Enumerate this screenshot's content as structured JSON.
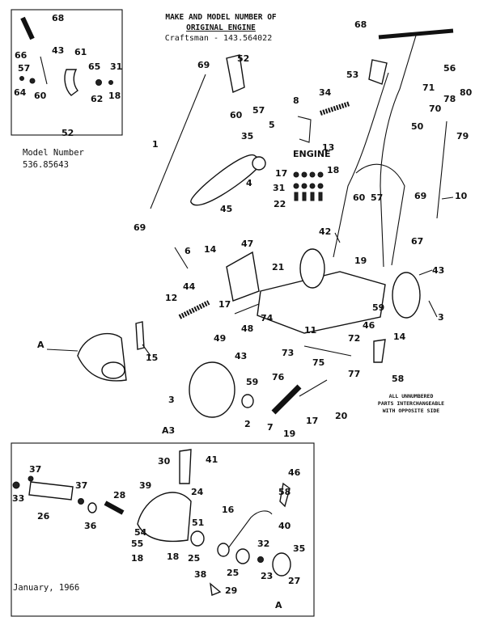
{
  "header": {
    "line1": "MAKE AND MODEL NUMBER OF",
    "line2": "ORIGINAL ENGINE",
    "line3": "Craftsman - 143.564022"
  },
  "model": {
    "label": "Model Number",
    "value": "536.85643"
  },
  "note": {
    "line1": "ALL UNNUMBERED",
    "line2": "PARTS INTERCHANGEABLE",
    "line3": "WITH OPPOSITE SIDE"
  },
  "engine_label": "ENGINE",
  "date": "January, 1966",
  "labels": {
    "l68a": "68",
    "l66": "66",
    "l43a": "43",
    "l61": "61",
    "l57a": "57",
    "l65": "65",
    "l31a": "31",
    "l64": "64",
    "l60a": "60",
    "l62": "62",
    "l18a": "18",
    "l52a": "52",
    "l69a": "69",
    "l52b": "52",
    "l60b": "60",
    "l57b": "57",
    "l1": "1",
    "l35a": "35",
    "l4": "4",
    "l45": "45",
    "l69b": "69",
    "l68b": "68",
    "l56": "56",
    "l53": "53",
    "l71": "71",
    "l34": "34",
    "l8": "8",
    "l5": "5",
    "l13": "13",
    "l17a": "17",
    "l18b": "18",
    "l31b": "31",
    "l22": "22",
    "l60c": "60",
    "l57c": "57",
    "l78": "78",
    "l80": "80",
    "l70": "70",
    "l50": "50",
    "l79": "79",
    "l69c": "69",
    "l10": "10",
    "l67": "67",
    "l42": "42",
    "l6": "6",
    "l14a": "14",
    "l47": "47",
    "l21": "21",
    "l19a": "19",
    "l43b": "43",
    "l44": "44",
    "l12": "12",
    "l17b": "17",
    "l74": "74",
    "l59a": "59",
    "l3a": "3",
    "l49": "49",
    "l48": "48",
    "l11": "11",
    "lA1": "A",
    "l15": "15",
    "l46a": "46",
    "l14b": "14",
    "l72": "72",
    "l73": "73",
    "l75": "75",
    "l77": "77",
    "l58a": "58",
    "l43c": "43",
    "l59b": "59",
    "l76": "76",
    "l3b": "3",
    "l2": "2",
    "l7": "7",
    "l19b": "19",
    "l17c": "17",
    "l20": "20",
    "lA3": "A3",
    "l30": "30",
    "l41": "41",
    "l46b": "46",
    "l37a": "37",
    "l39": "39",
    "l24": "24",
    "l33": "33",
    "l26": "26",
    "l37b": "37",
    "l28": "28",
    "l58b": "58",
    "l16": "16",
    "l40": "40",
    "l36": "36",
    "l51": "51",
    "l54": "54",
    "l55": "55",
    "l18c": "18",
    "l18d": "18",
    "l25a": "25",
    "l32": "32",
    "l35b": "35",
    "l25b": "25",
    "l38": "38",
    "l29": "29",
    "l23": "23",
    "l27": "27",
    "lA2": "A"
  }
}
